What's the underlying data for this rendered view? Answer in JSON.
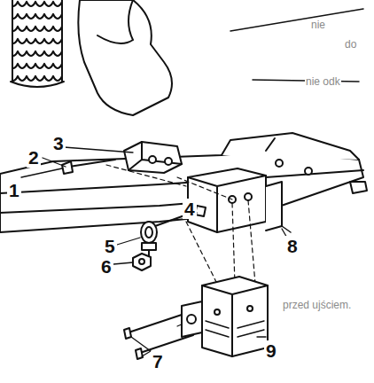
{
  "diagram": {
    "labels": [
      "1",
      "2",
      "3",
      "4",
      "5",
      "6",
      "7",
      "8",
      "9",
      "nie",
      "do",
      "nie odk",
      "przed ujściem."
    ]
  }
}
